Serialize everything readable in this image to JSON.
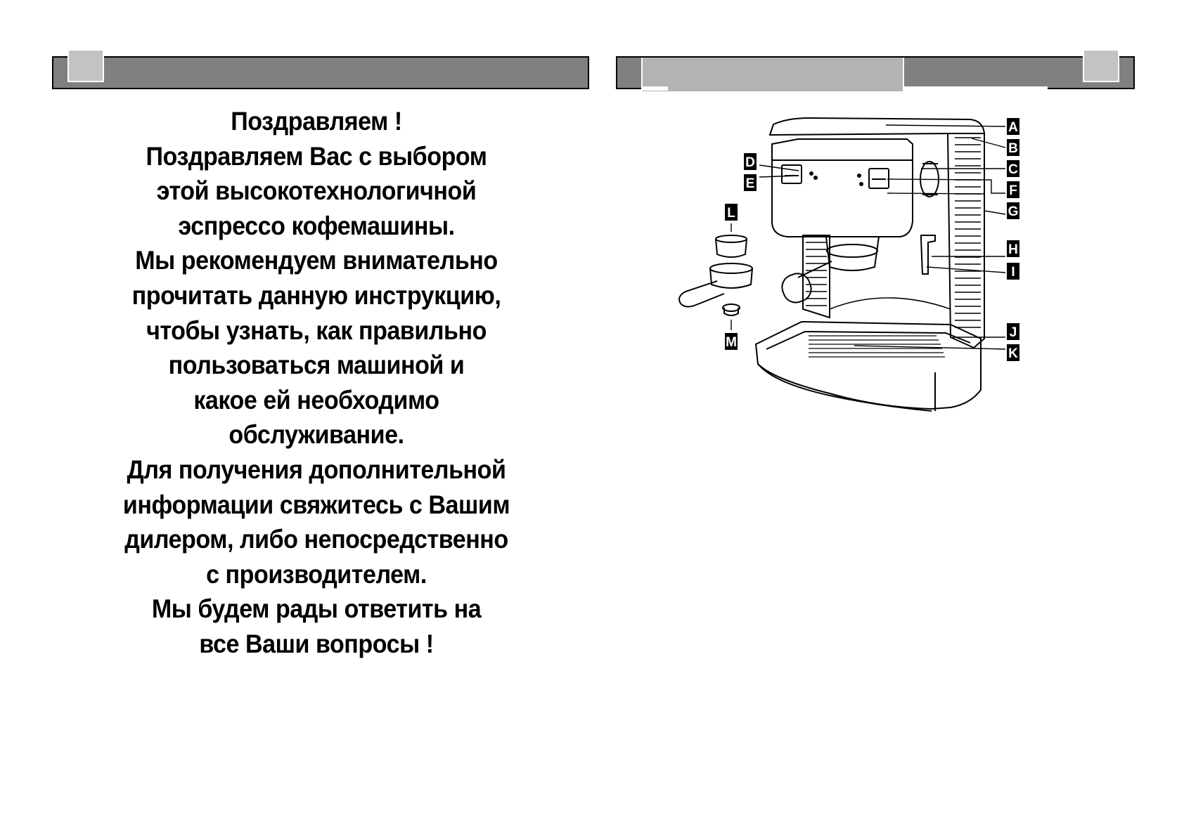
{
  "greeting_lines": [
    "Поздравляем !",
    "Поздравляем Вас с выбором",
    "этой высокотехнологичной",
    "эспрессо кофемашины.",
    "Мы рекомендуем внимательно",
    "прочитать данную инструкцию,",
    "чтобы узнать, как правильно",
    "пользоваться машиной и",
    "какое ей необходимо",
    "обслуживание.",
    "Для получения дополнительной",
    "информации свяжитесь с Вашим",
    "дилером, либо непосредственно",
    "с производителем.",
    "Мы будем рады ответить на",
    "все Ваши вопросы !"
  ],
  "diagram": {
    "callouts": [
      "A",
      "B",
      "C",
      "D",
      "E",
      "F",
      "G",
      "H",
      "I",
      "J",
      "K",
      "L",
      "M"
    ]
  },
  "colors": {
    "header_dark": "#808080",
    "header_light": "#b3b3b3",
    "tab": "#c3c3c3"
  }
}
